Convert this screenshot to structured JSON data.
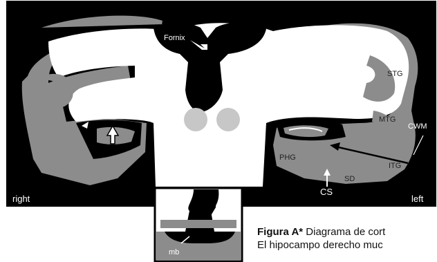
{
  "labels": {
    "fornix": "Fornix",
    "stg": "STG",
    "mtg": "MTG",
    "itg": "ITG",
    "cwm": "CWM",
    "phg": "PHG",
    "cs": "CS",
    "sd": "SD",
    "right": "right",
    "left": "left",
    "mb": "mb"
  },
  "caption": {
    "bold": "Figura A*",
    "line1_rest": " Diagrama de cort",
    "line2": "El hipocampo derecho muc"
  },
  "colors": {
    "black": "#000000",
    "gray": "#8c8c8c",
    "white": "#ffffff",
    "nucleus": "#c7c7c7"
  }
}
